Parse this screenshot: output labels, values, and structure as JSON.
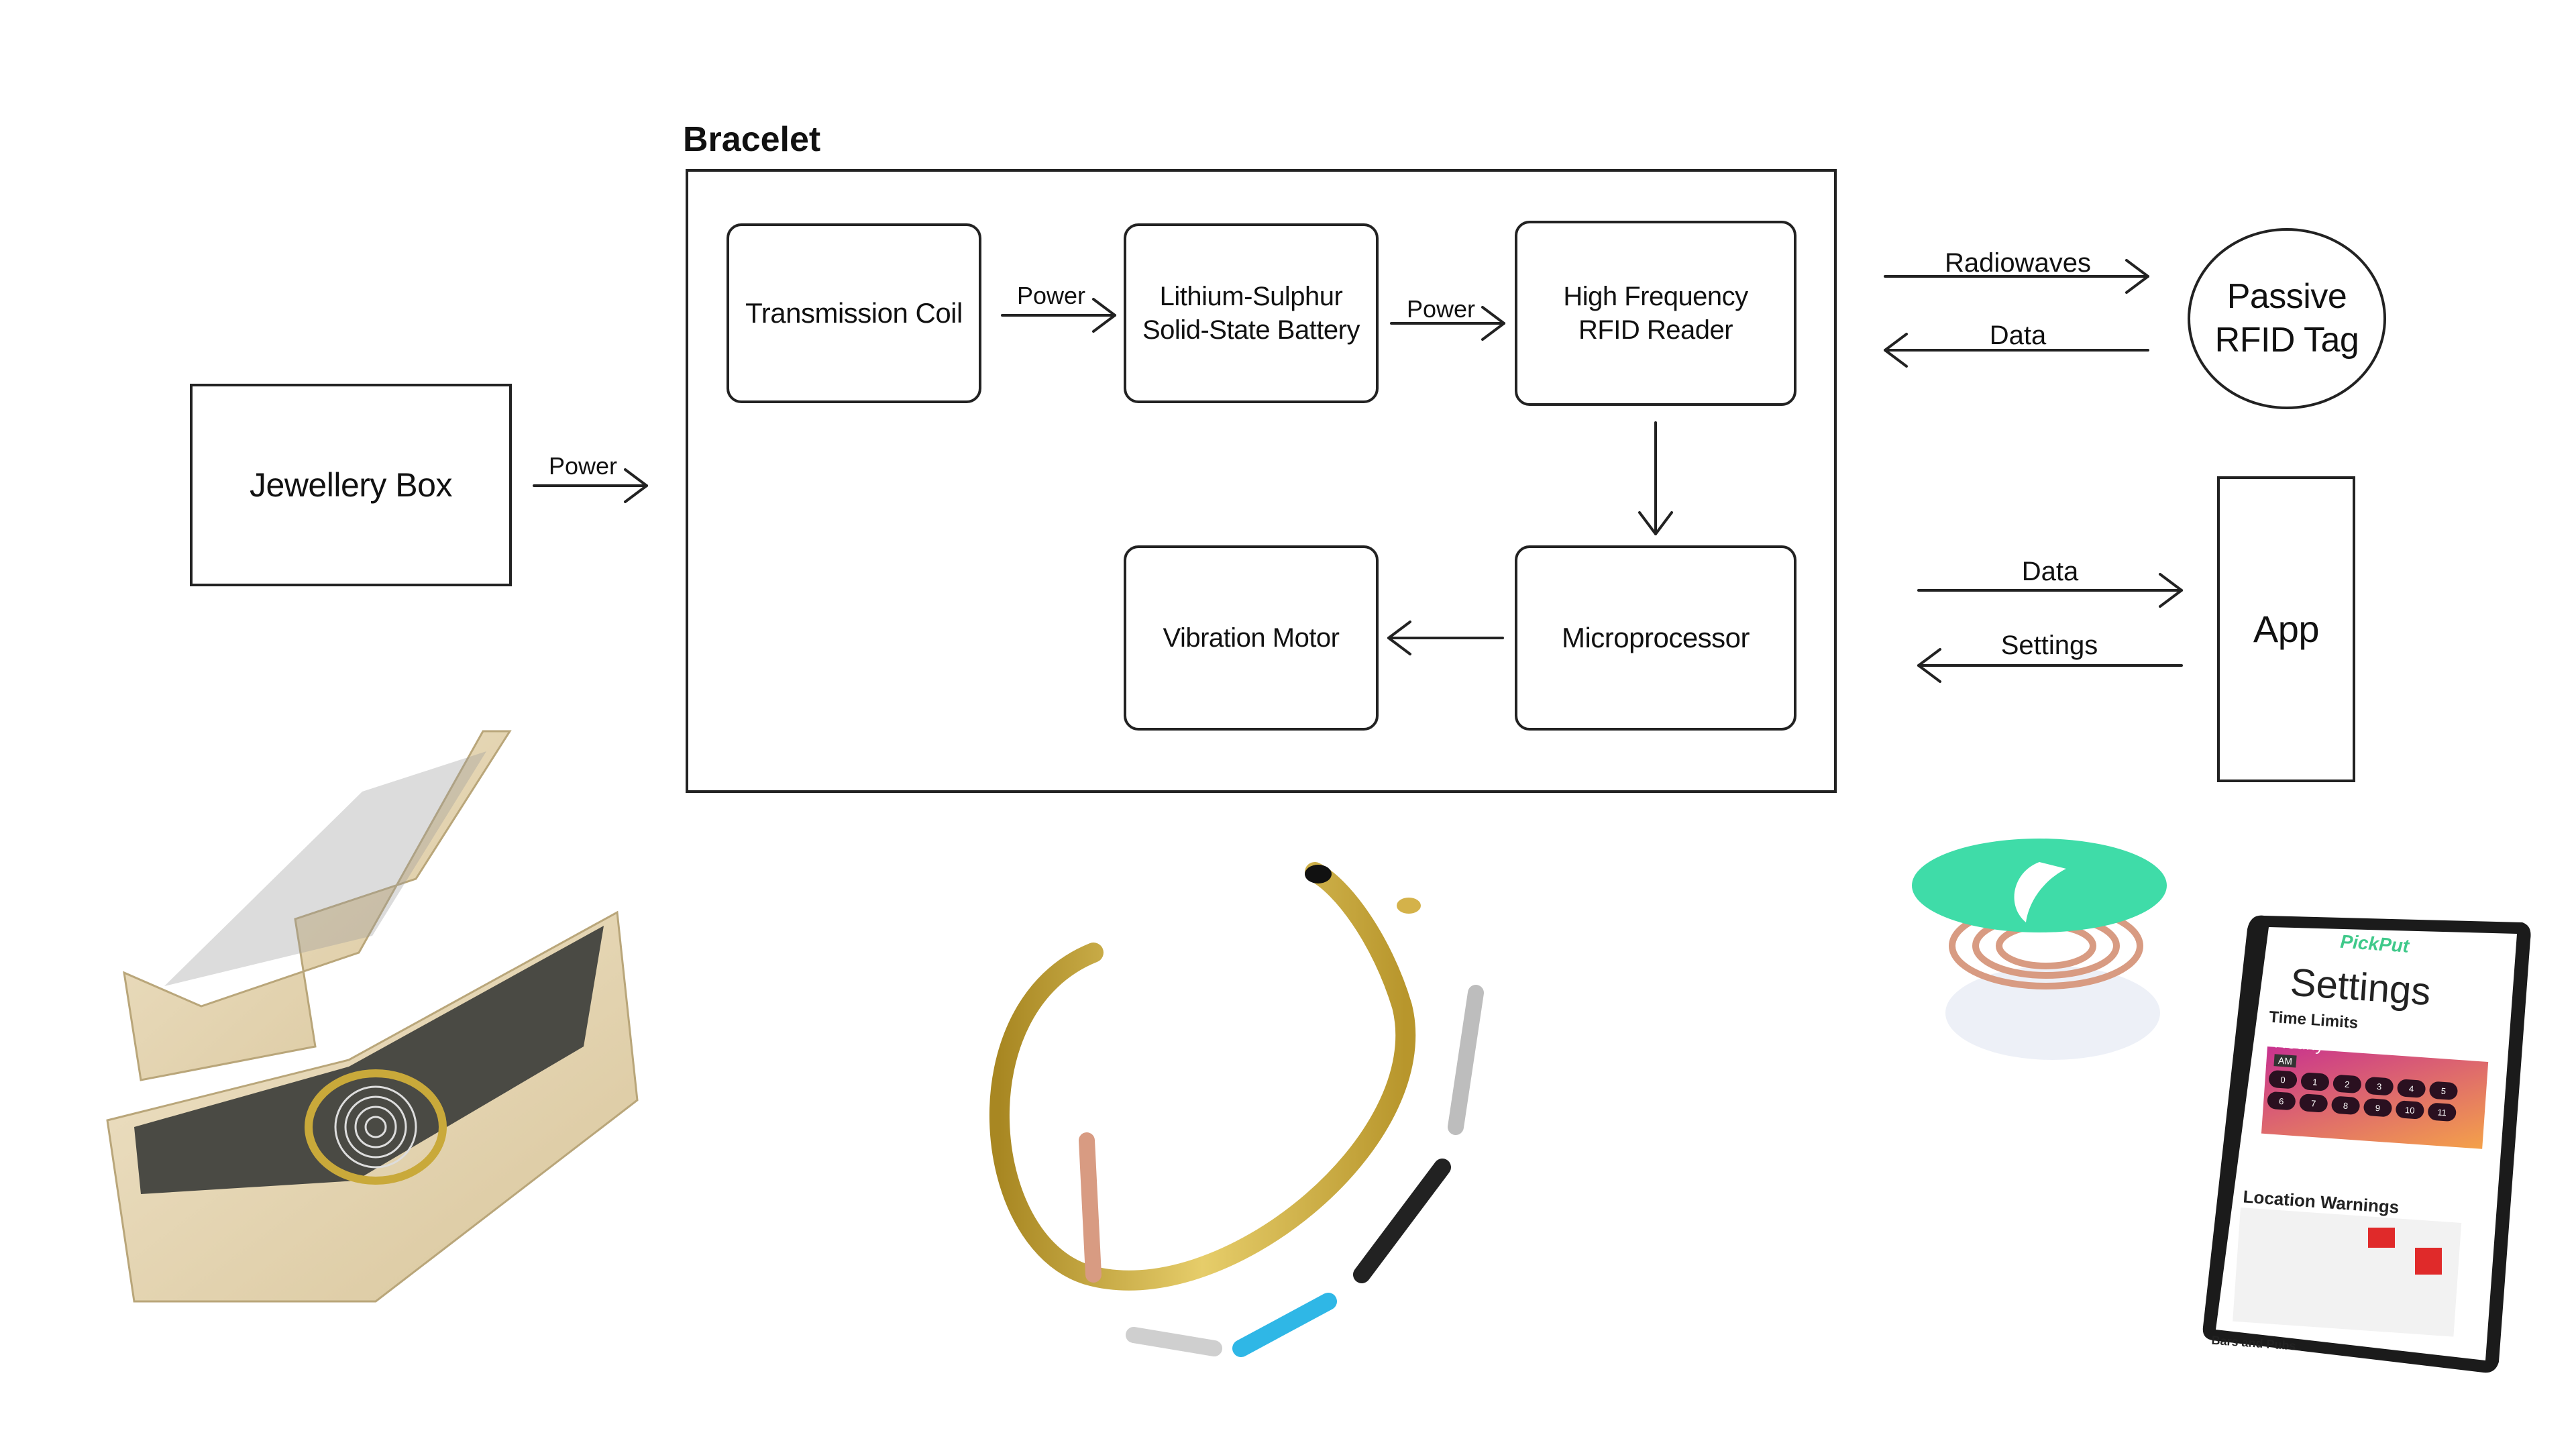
{
  "diagram": {
    "bracelet_title": "Bracelet",
    "nodes": {
      "jewellery_box": "Jewellery Box",
      "transmission_coil": "Transmission Coil",
      "battery": "Lithium-Sulphur\nSolid-State Battery",
      "rfid_reader": "High Frequency\nRFID Reader",
      "microprocessor": "Microprocessor",
      "vibration_motor": "Vibration Motor",
      "rfid_tag": "Passive\nRFID Tag",
      "app": "App"
    },
    "edge_labels": {
      "box_to_bracelet": "Power",
      "coil_to_battery": "Power",
      "battery_to_reader": "Power",
      "reader_to_tag": "Radiowaves",
      "tag_to_reader": "Data",
      "bracelet_to_app": "Data",
      "app_to_bracelet": "Settings"
    }
  },
  "phone_screen": {
    "app_name": "PickPut",
    "title": "Settings",
    "section_time": "Time Limits",
    "card_label": "Hourly",
    "am_label": "AM",
    "hours": [
      "0",
      "1",
      "2",
      "3",
      "4",
      "5",
      "6",
      "7",
      "8",
      "9",
      "10",
      "11"
    ],
    "section_location": "Location Warnings",
    "footer": "Bars and Pubs"
  },
  "colors": {
    "line": "#222222",
    "wood": "#e8d9b8",
    "gold": "#c9a93a",
    "blue": "#2fb7e6",
    "teal": "#3fdca8",
    "copper": "#d89b82"
  }
}
